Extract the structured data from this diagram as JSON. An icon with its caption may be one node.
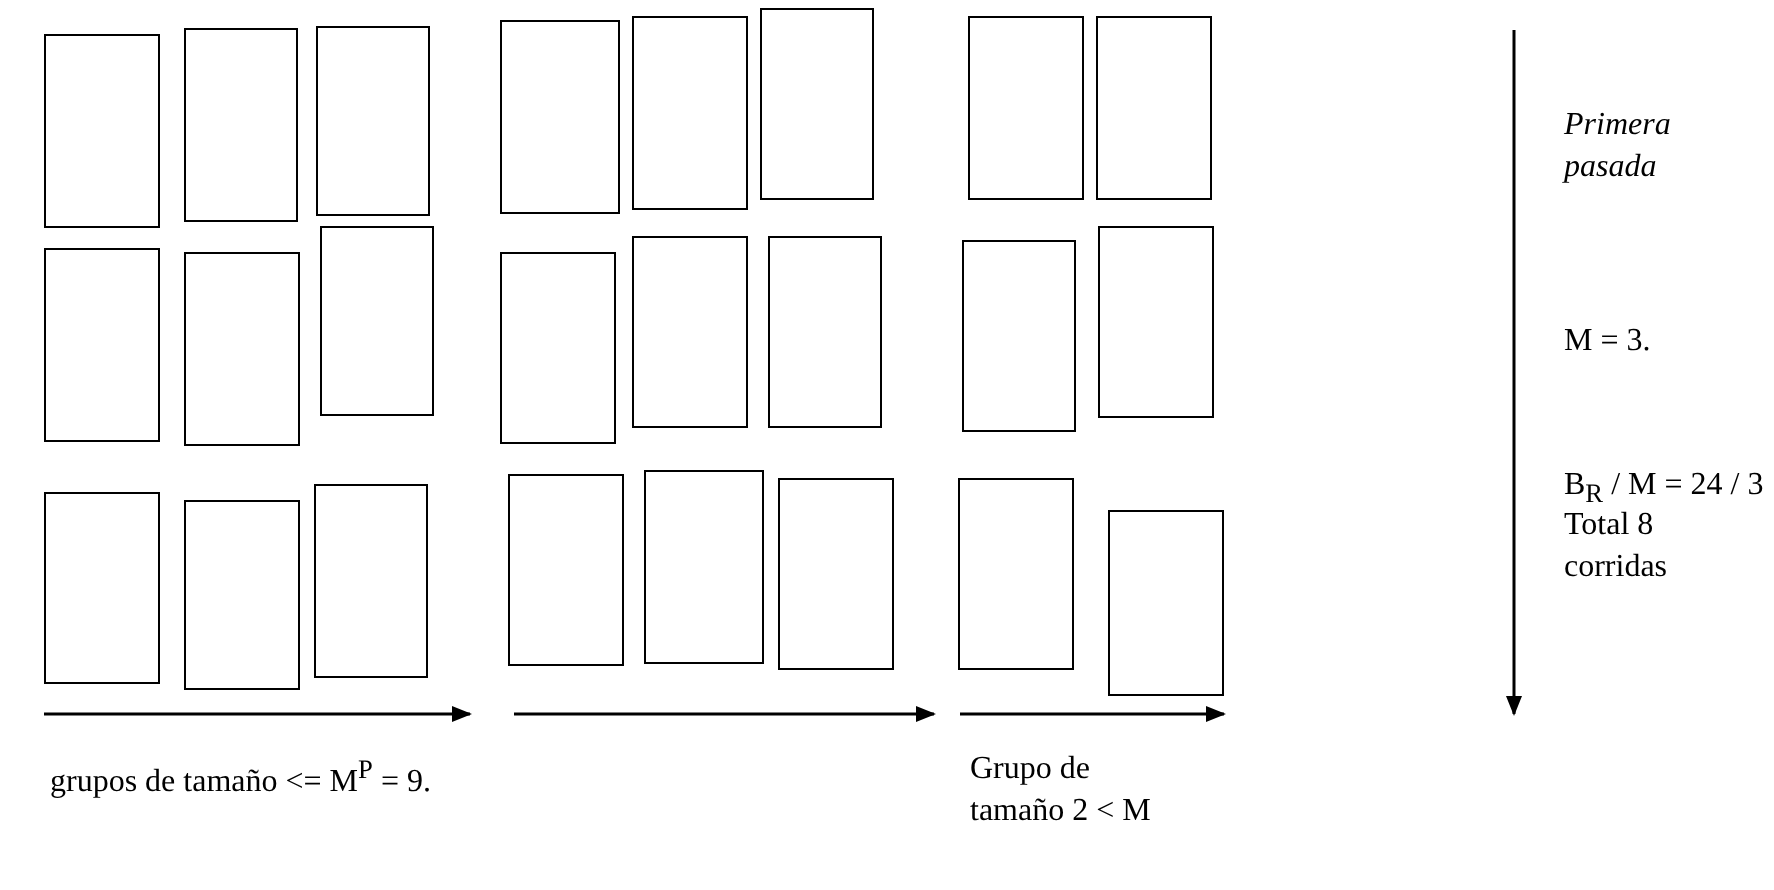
{
  "diagram": {
    "nodes": [
      {
        "text": [],
        "shape": "box"
      },
      {
        "text": [],
        "shape": "box"
      },
      {
        "text": [],
        "shape": "box"
      },
      {
        "text": [],
        "shape": "box"
      },
      {
        "text": [],
        "shape": "box"
      },
      {
        "text": [],
        "shape": "box"
      },
      {
        "text": [],
        "shape": "box"
      },
      {
        "text": [],
        "shape": "box"
      },
      {
        "text": [],
        "shape": "box"
      },
      {
        "text": [],
        "shape": "box"
      },
      {
        "text": [],
        "shape": "box"
      },
      {
        "text": [],
        "shape": "box"
      },
      {
        "text": [],
        "shape": "box"
      },
      {
        "text": [],
        "shape": "box"
      },
      {
        "text": [],
        "shape": "box"
      },
      {
        "text": [],
        "shape": "box"
      },
      {
        "text": [],
        "shape": "box"
      },
      {
        "text": [],
        "shape": "box"
      },
      {
        "text": [],
        "shape": "box"
      },
      {
        "text": [],
        "shape": "box"
      },
      {
        "text": [],
        "shape": "box"
      },
      {
        "text": [],
        "shape": "box"
      },
      {
        "text": [],
        "shape": "box"
      },
      {
        "text": [],
        "shape": "box"
      }
    ],
    "labels": [
      "Primera pasada",
      "M = 3.",
      "B$_{R}$ / M = 24 / 3",
      "Total 8 corridas",
      "grupos de tamaño <= M$^{P}$ = 9.",
      "Grupo de tamaño 2 < M"
    ]
  }
}
